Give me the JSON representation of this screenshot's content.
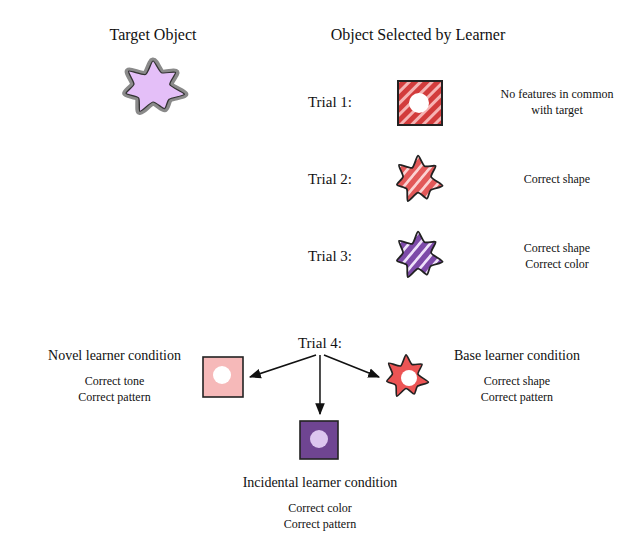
{
  "diagram": {
    "nodes": [
      {
        "text": [
          "Trial 4:"
        ]
      },
      {
        "text": [
          "Novel learner condition",
          "Correct tone Correct pattern"
        ]
      },
      {
        "text": [
          "Base learner condition",
          "Correct shape Correct pattern"
        ]
      },
      {
        "text": [
          "Incidental learner condition",
          "Correct color Correct pattern"
        ]
      }
    ],
    "edges": [
      {
        "from": 0,
        "to": 1,
        "arrow": "to"
      },
      {
        "from": 0,
        "to": 2,
        "arrow": "to"
      },
      {
        "from": 0,
        "to": 3,
        "arrow": "to"
      }
    ],
    "labels": [
      "Target Object",
      "Object Selected by Learner",
      "Trial 1:",
      "No features in common with target",
      "Trial 2:",
      "Correct shape",
      "Trial 3:",
      "Correct shape Correct color"
    ]
  }
}
